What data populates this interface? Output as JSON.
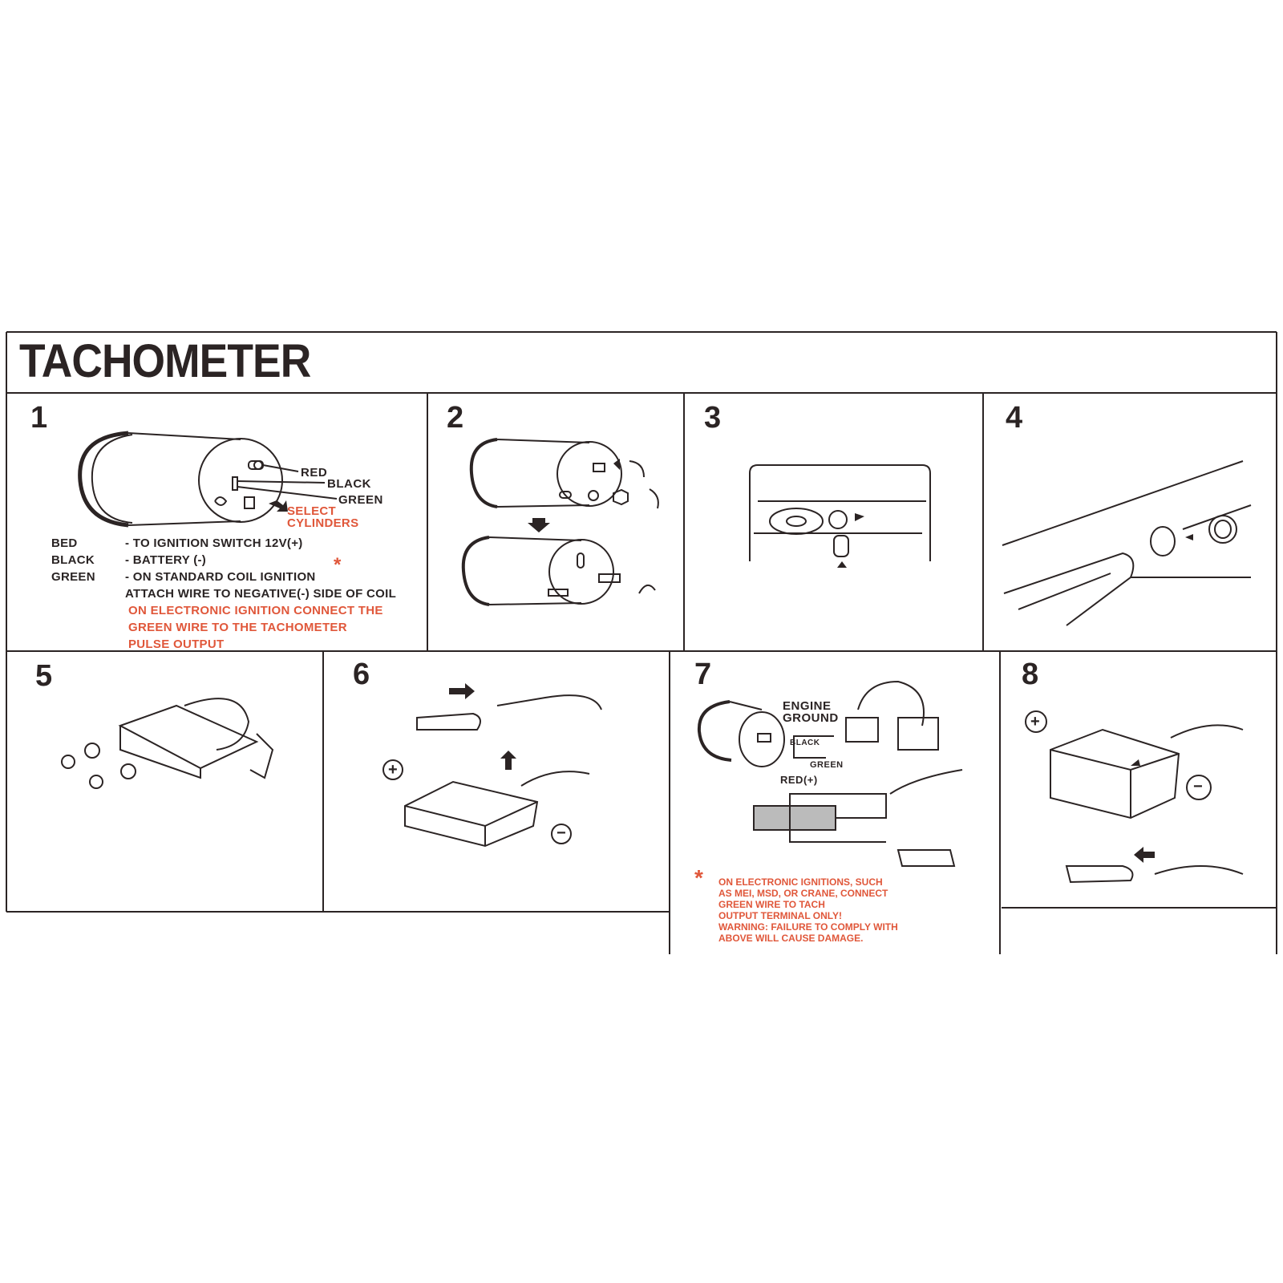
{
  "title": "TACHOMETER",
  "steps": [
    {
      "number": "1"
    },
    {
      "number": "2"
    },
    {
      "number": "3"
    },
    {
      "number": "4"
    },
    {
      "number": "5"
    },
    {
      "number": "6"
    },
    {
      "number": "7"
    },
    {
      "number": "8"
    }
  ],
  "step1": {
    "wire_labels": [
      "RED",
      "BLACK",
      "GREEN"
    ],
    "select_cylinders": [
      "SELECT",
      "CYLINDERS"
    ],
    "legend": [
      {
        "wire": "BED",
        "desc": "- TO IGNITION SWITCH 12V(+)"
      },
      {
        "wire": "BLACK",
        "desc": "- BATTERY (-)"
      },
      {
        "wire": "GREEN",
        "desc": "- ON STANDARD COIL IGNITION"
      }
    ],
    "attach_line": "ATTACH WIRE TO NEGATIVE(-) SIDE OF COIL",
    "electronic_note": [
      "ON ELECTRONIC IGNITION CONNECT THE",
      "GREEN WIRE TO THE TACHOMETER",
      "PULSE OUTPUT"
    ],
    "asterisk": "*"
  },
  "step6": {
    "plus": "+",
    "minus": "−"
  },
  "step7": {
    "engine_ground": [
      "ENGINE",
      "GROUND"
    ],
    "black": "BLACK",
    "green": "GREEN",
    "red": "RED(+)",
    "asterisk": "*",
    "warning": [
      "ON ELECTRONIC IGNITIONS, SUCH",
      "AS MEI, MSD, OR CRANE, CONNECT",
      "GREEN WIRE TO TACH",
      "OUTPUT TERMINAL ONLY!",
      "WARNING: FAILURE TO COMPLY WITH",
      "ABOVE WILL CAUSE DAMAGE."
    ]
  },
  "step8": {
    "plus": "+",
    "minus": "−"
  },
  "colors": {
    "ink": "#2b2424",
    "accent": "#e0573a"
  }
}
